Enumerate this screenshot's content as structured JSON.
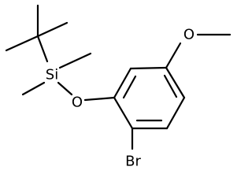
{
  "structure": {
    "atoms": {
      "silicon": "Si",
      "oxygen_siloxy": "O",
      "oxygen_methoxy": "O",
      "bromine": "Br"
    },
    "colors": {
      "bond": "#000000",
      "label": "#000000",
      "background": "#ffffff"
    }
  }
}
